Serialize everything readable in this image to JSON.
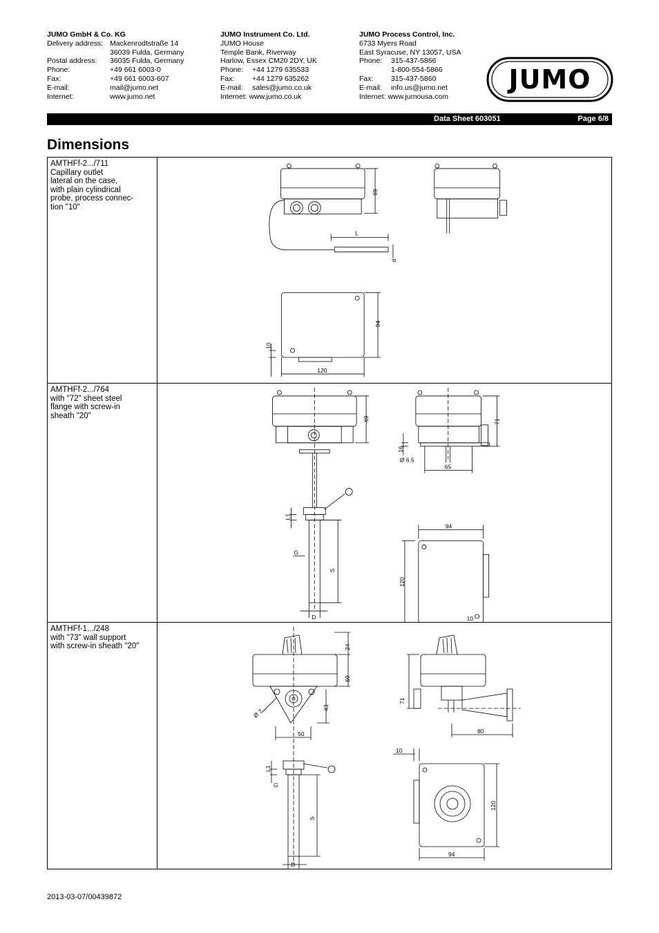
{
  "addresses": [
    {
      "company": "JUMO GmbH & Co. KG",
      "rows": [
        {
          "k": "Delivery address:",
          "v": "Mackenrodtstraße 14"
        },
        {
          "k": "",
          "v": "36039 Fulda, Germany"
        },
        {
          "k": "Postal address:",
          "v": "36035 Fulda, Germany"
        },
        {
          "k": "Phone:",
          "v": "+49 661 6003-0"
        },
        {
          "k": "Fax:",
          "v": "+49 661 6003-607"
        },
        {
          "k": "E-mail:",
          "v": "mail@jumo.net"
        },
        {
          "k": "Internet:",
          "v": "www.jumo.net"
        }
      ]
    },
    {
      "company": "JUMO Instrument Co. Ltd.",
      "rows": [
        {
          "k": "",
          "v": "JUMO House"
        },
        {
          "k": "",
          "v": "Temple Bank, Riverway"
        },
        {
          "k": "",
          "v": "Harlow, Essex CM20 2DY, UK"
        },
        {
          "k": "Phone:",
          "v": "+44 1279 635533"
        },
        {
          "k": "Fax:",
          "v": "+44 1279 635262"
        },
        {
          "k": "E-mail:",
          "v": "sales@jumo.co.uk"
        },
        {
          "k": "Internet:",
          "v": "www.jumo.co.uk"
        }
      ]
    },
    {
      "company": "JUMO Process Control, Inc.",
      "rows": [
        {
          "k": "",
          "v": "6733 Myers Road"
        },
        {
          "k": "",
          "v": "East Syracuse, NY 13057, USA"
        },
        {
          "k": "Phone:",
          "v": "315-437-5866"
        },
        {
          "k": "",
          "v": "1-800-554-5866"
        },
        {
          "k": "Fax:",
          "v": "315-437-5860"
        },
        {
          "k": "E-mail:",
          "v": "info.us@jumo.net"
        },
        {
          "k": "Internet:",
          "v": "www.jumousa.com"
        }
      ]
    }
  ],
  "logo": {
    "text": "JUMO"
  },
  "header_bar": {
    "data_sheet": "Data Sheet 603051",
    "page": "Page 6/8"
  },
  "title": "Dimensions",
  "sections": [
    {
      "code": "AMTHFf-2.../711",
      "description": "Capillary outlet\nlateral on the case,\nwith plain cylindrical\nprobe, process connec-\ntion \"10\"",
      "dims": {
        "height": "69",
        "length": "L",
        "diameter": "d",
        "depth": "94",
        "offset": "10",
        "width": "120"
      }
    },
    {
      "code": "AMTHFf-2.../764",
      "description": "with \"72\" sheet steel\nflange with screw-in\nsheath \"20\"",
      "dims": {
        "height": "69",
        "height2": "71",
        "flange_h": "16",
        "hole": "Ø 6.5",
        "flange_w": "65",
        "insert": "L1",
        "thread": "G",
        "sheath": "S",
        "tube": "D",
        "top_w": "94",
        "side_h": "120",
        "offset": "10"
      }
    },
    {
      "code": "AMTHFf-1.../248",
      "description": "with \"73\" wall support\nwith screw-in sheath \"20\"",
      "dims": {
        "head": "24",
        "height": "69",
        "bracket_h": "43",
        "hole": "Ø 7",
        "bracket_w": "50",
        "height2": "71",
        "offset": "10",
        "reach": "80",
        "insert": "L1",
        "thread": "G",
        "sheath": "S",
        "tube": "D",
        "side_h": "120",
        "top_w": "94"
      }
    }
  ],
  "footer": "2013-03-07/00439872"
}
